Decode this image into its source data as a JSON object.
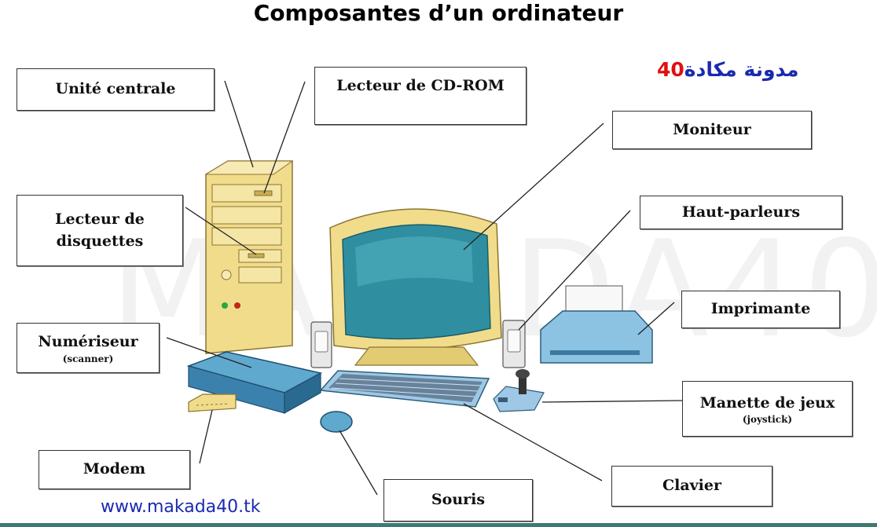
{
  "title": "Composantes d’un ordinateur",
  "blog": {
    "text": "مدونة مكادة",
    "number": "40"
  },
  "watermark": "MAKADA40",
  "url": "www.makada40.tk",
  "labels": {
    "unite_centrale": "Unité centrale",
    "lecteur_cd": "Lecteur de CD-ROM",
    "moniteur": "Moniteur",
    "lecteur_disquettes_1": "Lecteur de",
    "lecteur_disquettes_2": "disquettes",
    "haut_parleurs": "Haut-parleurs",
    "imprimante": "Imprimante",
    "numeriseur": "Numériseur",
    "numeriseur_sub": "(scanner)",
    "manette": "Manette de jeux",
    "manette_sub": "(joystick)",
    "modem": "Modem",
    "souris": "Souris",
    "clavier": "Clavier"
  },
  "colors": {
    "beige": "#f1dc8c",
    "beige_dark": "#c9ad55",
    "screen": "#2f8fa0",
    "scanner": "#5fa9cf",
    "printer": "#8cc3e3",
    "accent_red": "#e01010",
    "accent_blue": "#1a2ab0"
  }
}
